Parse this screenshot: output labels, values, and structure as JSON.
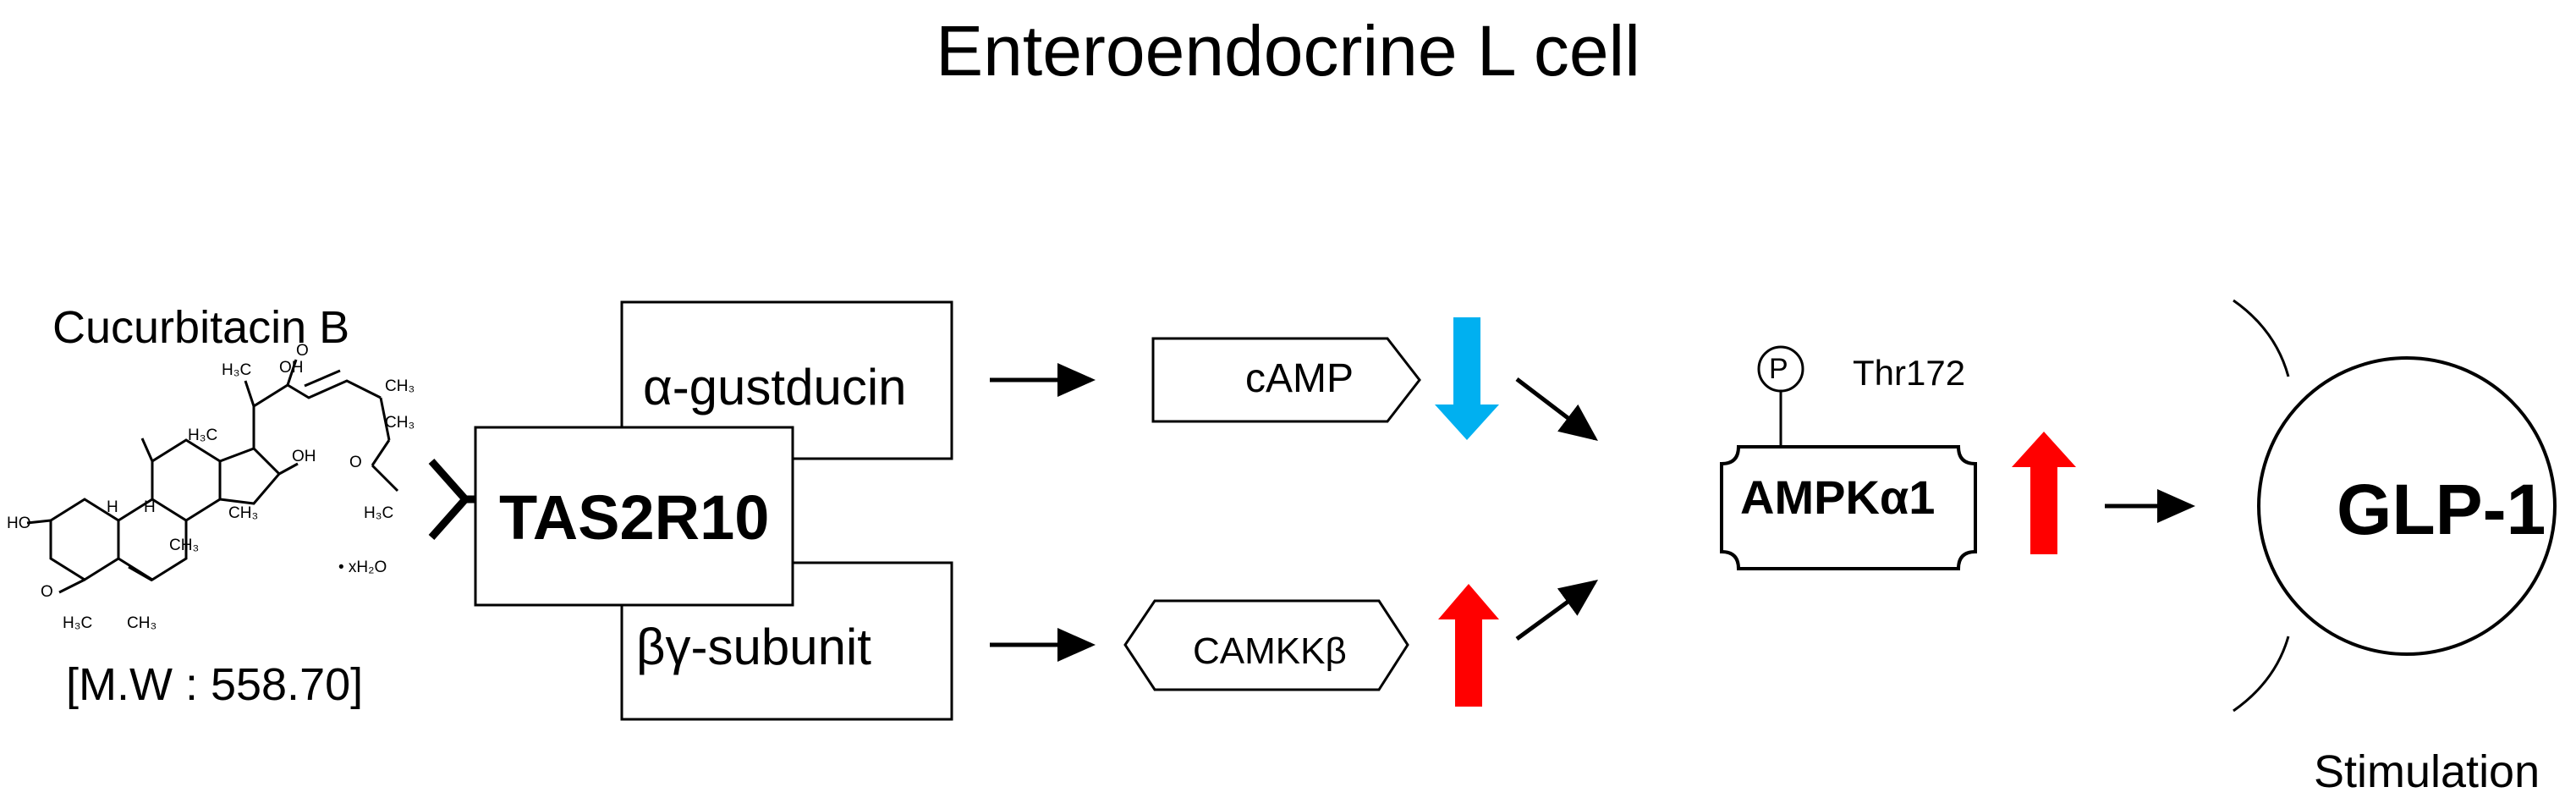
{
  "title": "Enteroendocrine L cell",
  "compound": {
    "name": "Cucurbitacin B",
    "molecular_weight": "[M.W : 558.70]",
    "structure_labels": {
      "h3c_top": "H₃C",
      "oh_top": "OH",
      "o_top": "O",
      "ch3_a": "CH₃",
      "ch3_b": "CH₃",
      "h3c_mid": "H₃C",
      "ch3_mid": "CH₃",
      "oh_right": "OH",
      "o_ring": "O",
      "ho_left": "HO",
      "o_left": "O",
      "h_a": "H",
      "h_b": "H",
      "ch3_c": "CH₃",
      "ch3_d": "CH₃",
      "h3c_bottom": "H₃C",
      "h3c_ester": "H₃C",
      "hydrate": "• xH₂O"
    }
  },
  "receptor": {
    "alpha_label": "α-gustducin",
    "receptor_label": "TAS2R10",
    "beta_gamma_label": "βγ-subunit"
  },
  "signals": {
    "camp_label": "cAMP",
    "camp_direction": "down",
    "camkk_label": "CAMKKβ",
    "camkk_direction": "up"
  },
  "kinase": {
    "phospho_symbol": "P",
    "site_label": "Thr172",
    "label": "AMPKα1",
    "direction": "up"
  },
  "output": {
    "label": "GLP-1",
    "caption": "Stimulation"
  },
  "colors": {
    "up_arrow": "#ff0000",
    "down_arrow": "#00b0f0",
    "line": "#000000"
  }
}
